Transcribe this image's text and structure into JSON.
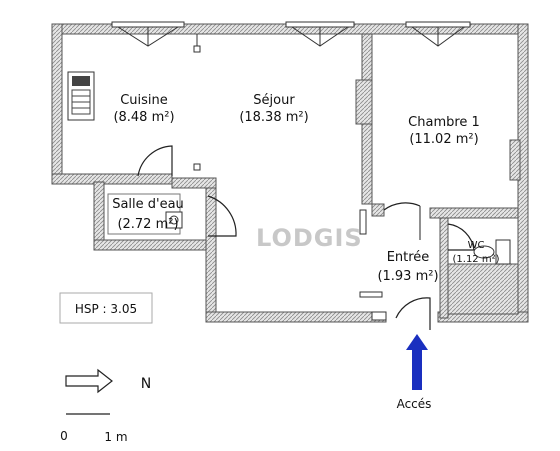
{
  "rooms": {
    "cuisine": {
      "name": "Cuisine",
      "area": "(8.48 m²)"
    },
    "sejour": {
      "name": "Séjour",
      "area": "(18.38 m²)"
    },
    "chambre": {
      "name": "Chambre 1",
      "area": "(11.02 m²)"
    },
    "salle": {
      "name": "Salle d'eau",
      "area": "(2.72 m²)"
    },
    "entree": {
      "name": "Entrée",
      "area": "(1.93 m²)"
    },
    "wc": {
      "name": "WC",
      "area": "(1.12 m²)"
    }
  },
  "hsp": "HSP : 3.05",
  "north": "N",
  "access": "Accés",
  "scale": {
    "start": "0",
    "end": "1 m"
  },
  "logo": "LODGIS",
  "colors": {
    "access_arrow": "#1a2fbf",
    "wall": "#8a8a8a"
  }
}
